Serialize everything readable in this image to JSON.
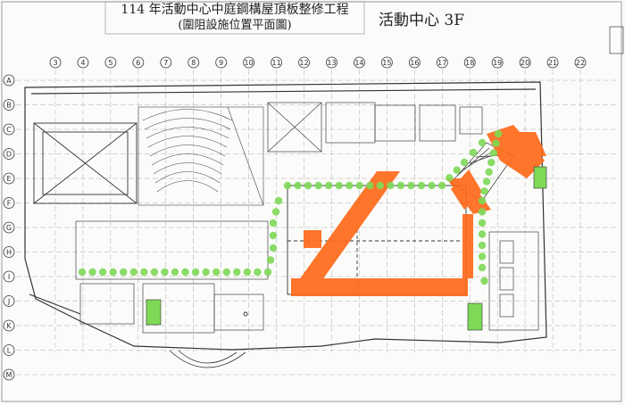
{
  "title": {
    "line1": "114 年活動中心中庭鋼構屋頂板整修工程",
    "line2": "(圍阻設施位置平面圖)"
  },
  "floor_label": "活動中心 3F",
  "grid": {
    "columns": [
      "3",
      "4",
      "5",
      "6",
      "7",
      "8",
      "9",
      "10",
      "11",
      "12",
      "13",
      "14",
      "15",
      "16",
      "17",
      "18",
      "19",
      "20",
      "21",
      "22"
    ],
    "rows": [
      "A",
      "B",
      "C",
      "D",
      "E",
      "F",
      "G",
      "H",
      "I",
      "J",
      "K",
      "L",
      "M"
    ]
  },
  "colors": {
    "barrier_green": "#7ed957",
    "work_orange": "#ff6a1a",
    "line": "#333333",
    "paper": "#fbfbfa"
  }
}
